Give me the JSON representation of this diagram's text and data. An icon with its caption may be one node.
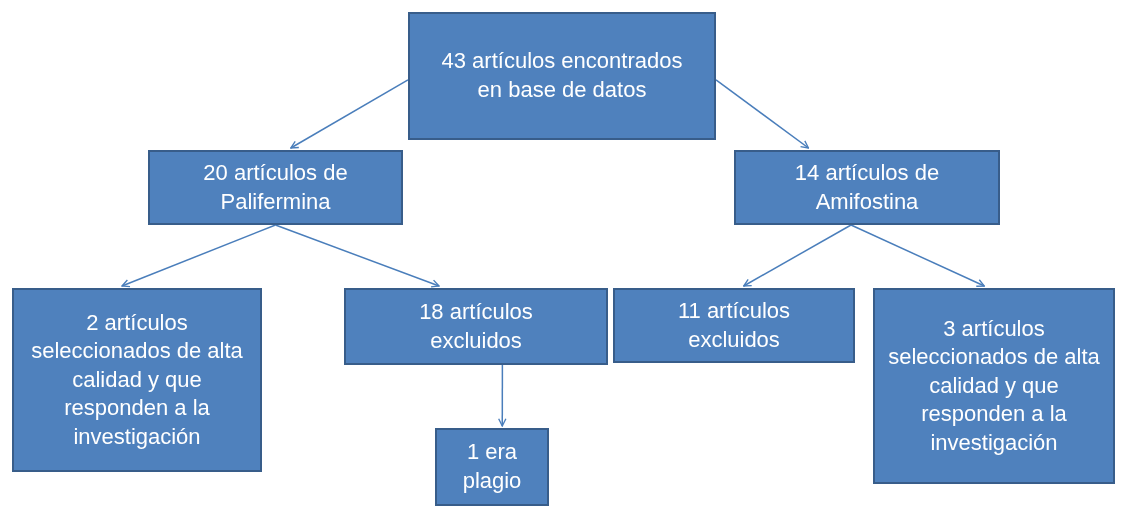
{
  "diagram": {
    "nodes": [
      {
        "text": [
          "43 artículos encontrados en base de datos"
        ]
      },
      {
        "text": [
          "20 artículos de Palifermina"
        ]
      },
      {
        "text": [
          "14 artículos de Amifostina"
        ]
      },
      {
        "text": [
          "2 artículos seleccionados de alta calidad y que responden a la investigación"
        ]
      },
      {
        "text": [
          "18 artículos excluidos"
        ]
      },
      {
        "text": [
          "11 artículos excluidos"
        ]
      },
      {
        "text": [
          "3 artículos seleccionados de alta calidad y que responden a la investigación"
        ]
      },
      {
        "text": [
          "1 era plagio"
        ]
      }
    ],
    "edges": [
      {
        "from": 0,
        "to": 1,
        "arrow": "to"
      },
      {
        "from": 0,
        "to": 2,
        "arrow": "to"
      },
      {
        "from": 1,
        "to": 3,
        "arrow": "to"
      },
      {
        "from": 1,
        "to": 4,
        "arrow": "to"
      },
      {
        "from": 2,
        "to": 5,
        "arrow": "to"
      },
      {
        "from": 2,
        "to": 6,
        "arrow": "to"
      },
      {
        "from": 4,
        "to": 7,
        "arrow": "to"
      }
    ]
  }
}
